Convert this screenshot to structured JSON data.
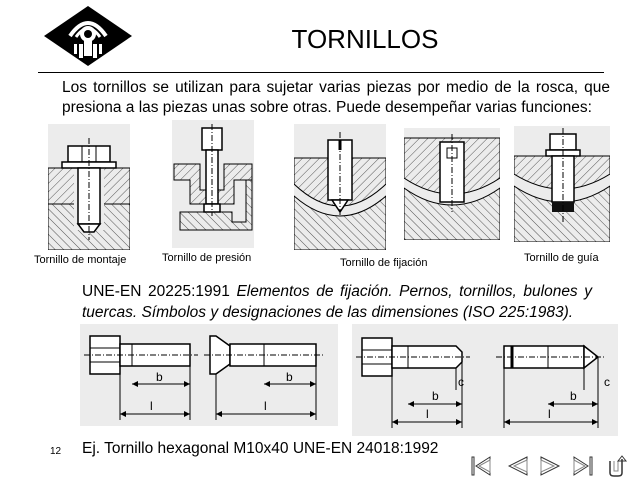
{
  "slide": {
    "title": "TORNILLOS",
    "intro": "Los tornillos se utilizan para sujetar varias piezas por medio de la rosca, que presiona a las piezas unas sobre otras. Puede desempeñar varias funciones:",
    "captions": {
      "montaje": "Tornillo de montaje",
      "presion": "Tornillo de presión",
      "fijacion": "Tornillo de fijación",
      "guia": "Tornillo de guía"
    },
    "norm_code": "UNE-EN 20225:1991",
    "norm_text": "Elementos de fijación. Pernos, tornillos, bulones y tuercas. Símbolos y designaciones de las dimensiones (ISO 225:1983).",
    "dim_labels": {
      "b": "b",
      "l": "l",
      "c": "c"
    },
    "page_number": "12",
    "example": "Ej. Tornillo hexagonal M10x40 UNE-EN 24018:1992"
  },
  "nav": {
    "icons": [
      "first-slide-icon",
      "previous-slide-icon",
      "next-slide-icon",
      "last-slide-icon",
      "return-icon"
    ]
  }
}
